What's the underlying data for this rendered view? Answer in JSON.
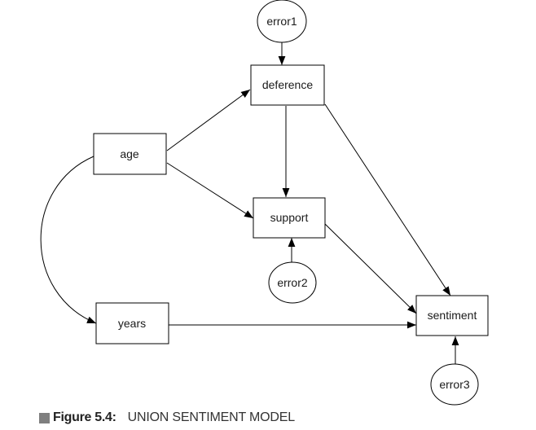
{
  "diagram": {
    "nodes": {
      "error1": "error1",
      "deference": "deference",
      "age": "age",
      "support": "support",
      "error2": "error2",
      "years": "years",
      "sentiment": "sentiment",
      "error3": "error3"
    }
  },
  "caption": {
    "label": "Figure 5.4:",
    "title": "UNION SENTIMENT MODEL"
  }
}
